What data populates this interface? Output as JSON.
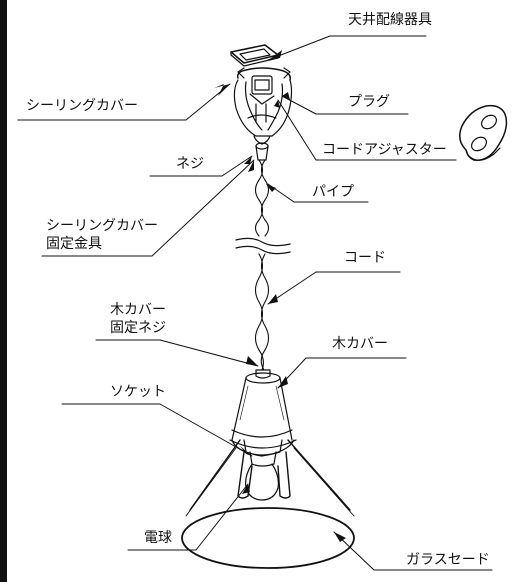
{
  "labels": {
    "ceiling_fixture": "天井配線器具",
    "ceiling_cover": "シーリングカバー",
    "plug": "プラグ",
    "cord_adjuster": "コードアジャスター",
    "screw": "ネジ",
    "pipe": "パイプ",
    "cover_fitting_line1": "シーリングカバー",
    "cover_fitting_line2": "固定金具",
    "cord": "コード",
    "wood_screw_line1": "木カバー",
    "wood_screw_line2": "固定ネジ",
    "wood_cover": "木カバー",
    "socket": "ソケット",
    "bulb": "電球",
    "glass_shade": "ガラスセード"
  },
  "colors": {
    "line": "#111111",
    "background": "#ffffff"
  }
}
